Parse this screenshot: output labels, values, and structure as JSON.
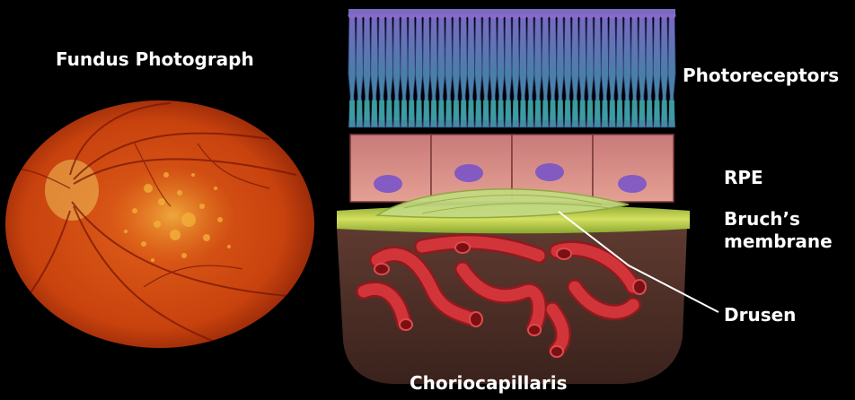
{
  "labels": {
    "fundus": "Fundus Photograph",
    "photoreceptors": "Photoreceptors",
    "rpe": "RPE",
    "bruch_line1": "Bruch’s",
    "bruch_line2": "membrane",
    "drusen": "Drusen",
    "choriocapillaris": "Choriocapillaris"
  },
  "colors": {
    "background": "#000000",
    "text": "#ffffff",
    "fundus": "#c8420e",
    "photoreceptor_purple": "#5a4a9c",
    "photoreceptor_teal": "#3f8f9a",
    "rpe_pink": "#d98a86",
    "nucleus": "#7a55c8",
    "bruch_green": "#c8d64a",
    "drusen": "#bcd67a",
    "choroid": "#4a2e26",
    "vessel": "#c0262b"
  },
  "icons": {
    "fundus_image": "retina-fundus-icon",
    "layers": "retina-cross-section-icon"
  }
}
